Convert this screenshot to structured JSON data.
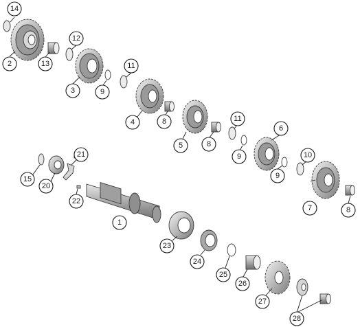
{
  "figure": {
    "callouts": [
      {
        "id": "c14",
        "label": "14"
      },
      {
        "id": "c2",
        "label": "2"
      },
      {
        "id": "c13",
        "label": "13"
      },
      {
        "id": "c12",
        "label": "12"
      },
      {
        "id": "c3",
        "label": "3"
      },
      {
        "id": "c9a",
        "label": "9"
      },
      {
        "id": "c11a",
        "label": "11"
      },
      {
        "id": "c4",
        "label": "4"
      },
      {
        "id": "c8a",
        "label": "8"
      },
      {
        "id": "c5",
        "label": "5"
      },
      {
        "id": "c8b",
        "label": "8"
      },
      {
        "id": "c11b",
        "label": "11"
      },
      {
        "id": "c6",
        "label": "6"
      },
      {
        "id": "c9b",
        "label": "9"
      },
      {
        "id": "c10",
        "label": "10"
      },
      {
        "id": "c9c",
        "label": "9"
      },
      {
        "id": "c7",
        "label": "7"
      },
      {
        "id": "c8c",
        "label": "8"
      },
      {
        "id": "c21",
        "label": "21"
      },
      {
        "id": "c15",
        "label": "15"
      },
      {
        "id": "c20",
        "label": "20"
      },
      {
        "id": "c22",
        "label": "22"
      },
      {
        "id": "c1",
        "label": "1"
      },
      {
        "id": "c23",
        "label": "23"
      },
      {
        "id": "c24",
        "label": "24"
      },
      {
        "id": "c25",
        "label": "25"
      },
      {
        "id": "c26",
        "label": "26"
      },
      {
        "id": "c27",
        "label": "27"
      },
      {
        "id": "c28",
        "label": "28"
      }
    ]
  }
}
